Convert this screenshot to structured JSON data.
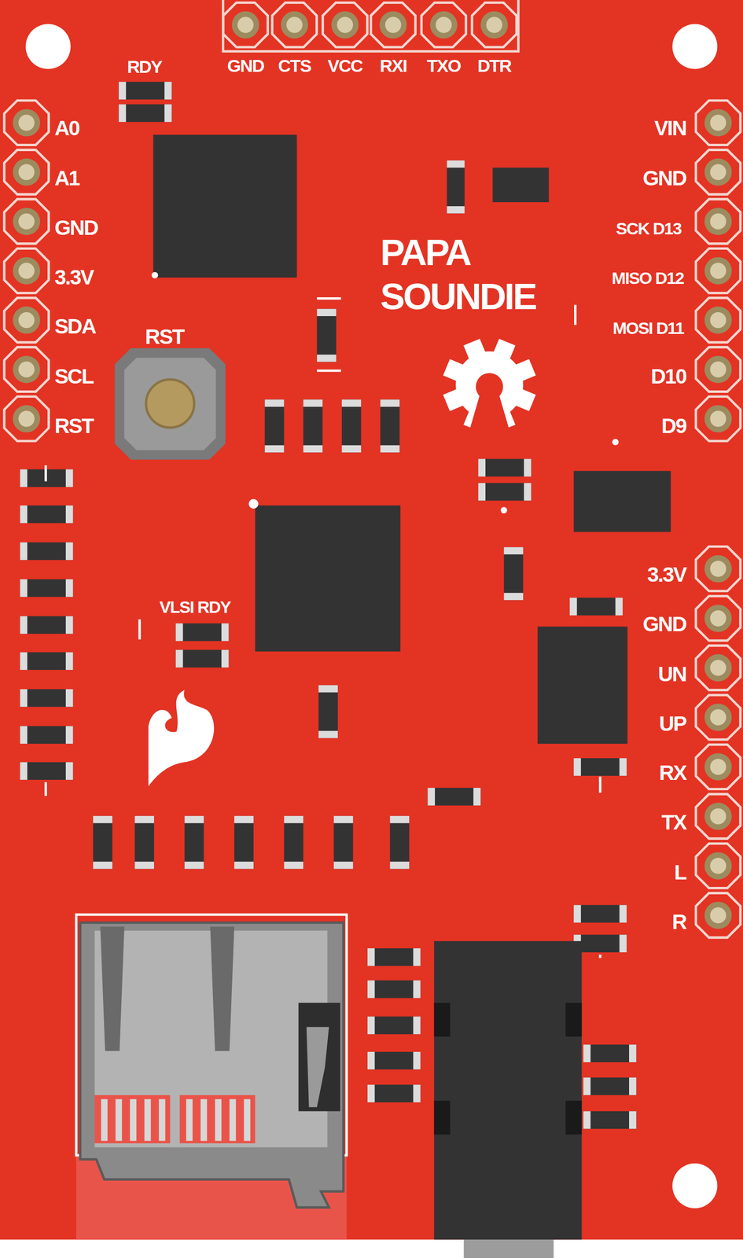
{
  "diagram": {
    "labels": [
      "GND",
      "CTS",
      "VCC",
      "RXI",
      "TXO",
      "DTR",
      "RDY",
      "A0",
      "A1",
      "GND",
      "3.3V",
      "SDA",
      "SCL",
      "RST",
      "VIN",
      "GND",
      "SCK D13",
      "MISO D12",
      "MOSI D11",
      "D10",
      "D9",
      "PAPA SOUNDIE",
      "RST",
      "VLSI RDY",
      "3.3V",
      "GND",
      "UN",
      "UP",
      "RX",
      "TX",
      "L",
      "R"
    ]
  }
}
